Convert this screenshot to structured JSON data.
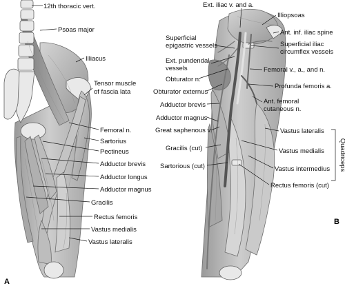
{
  "panels": {
    "a": {
      "letter": "A"
    },
    "b": {
      "letter": "B"
    }
  },
  "labels_a": {
    "thoracic": "12th thoracic vert.",
    "psoas": "Psoas major",
    "iliacus": "Illiacus",
    "tensor_1": "Tensor muscle",
    "tensor_2": "of fascia lata",
    "femoral_n": "Femoral n.",
    "sartorius": "Sartorius",
    "pectineus": "Pectineus",
    "add_brevis": "Adductor brevis",
    "add_longus": "Adductor longus",
    "add_magnus": "Adductor magnus",
    "gracilis": "Gracilis",
    "rectus": "Rectus femoris",
    "vastus_med": "Vastus medialis",
    "vastus_lat": "Vastus lateralis"
  },
  "labels_b": {
    "ext_iliac": "Ext. iliac v. and a.",
    "illiopsoas": "Illiopsoas",
    "ant_inf_spine": "Ant. inf. iliac spine",
    "sup_epi_1": "Superficial",
    "sup_epi_2": "epigastric vessels",
    "sup_circ_1": "Superficial iliac",
    "sup_circ_2": "circumflex vessels",
    "ext_pud_1": "Ext. pundendal",
    "ext_pud_2": "vessels",
    "femoral_van": "Femoral v., a., and n.",
    "obturator_n": "Obturator n.",
    "profunda": "Profunda femoris a.",
    "obt_ext": "Obturator externus",
    "ant_fem_1": "Ant. femoral",
    "ant_fem_2": "cutaneous n.",
    "add_brevis": "Adductor brevis",
    "add_magnus": "Adductor magnus",
    "saphenous": "Great saphenous v.",
    "vastus_lat": "Vastus lateralis",
    "gracilis_cut": "Gracilis (cut)",
    "vastus_med": "Vastus medialis",
    "sartorius_cut": "Sartorious (cut)",
    "vastus_int": "Vastus intermedius",
    "rectus_cut": "Rectus femoris (cut)",
    "quadriceps": "Quadriceps"
  }
}
